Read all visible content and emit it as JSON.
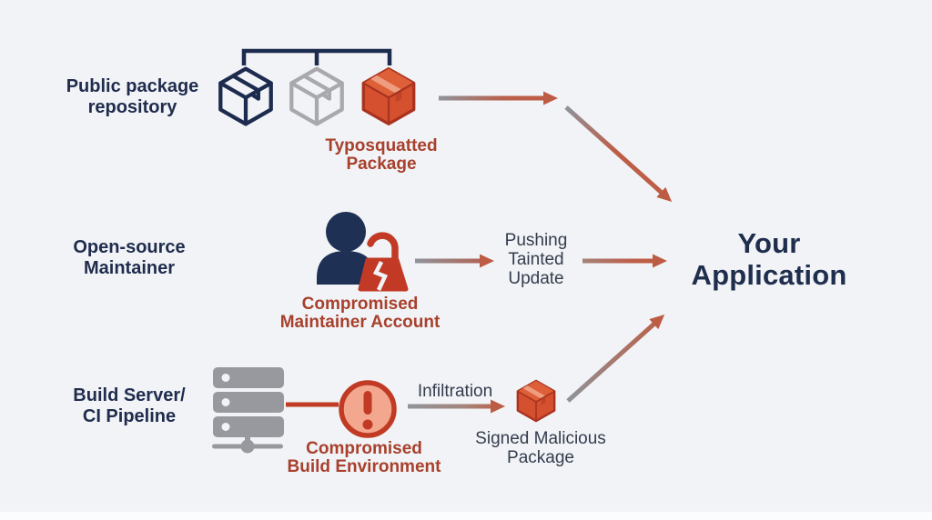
{
  "sources": {
    "repo": "Public package repository",
    "maintainer": "Open-source Maintainer",
    "build": "Build Server/ CI Pipeline"
  },
  "threats": {
    "typosquatted": "Typosquatted Package",
    "maintainer_account": "Compromised Maintainer Account",
    "build_env": "Compromised Build Environment"
  },
  "flows": {
    "pushing": "Pushing Tainted Update",
    "infiltration": "Infiltration"
  },
  "artifacts": {
    "signed_malicious": "Signed Malicious Package"
  },
  "target": {
    "label": "Your Application"
  },
  "icons": {
    "repo_cluster": [
      "package-box-outline-navy",
      "package-box-outline-gray",
      "malicious-package-filled-red"
    ],
    "maintainer": "person-with-broken-padlock",
    "build": "server-stack",
    "build_threat": "warning-exclamation-circle",
    "build_artifact": "malicious-package-filled-red"
  },
  "colors": {
    "background": "#f1f3f6",
    "navy": "#1f2c4d",
    "slate_text": "#343d4e",
    "danger_red": "#c23a26",
    "danger_text": "#a8402c",
    "package_red": "#d5502e",
    "icon_gray": "#97999e",
    "arrow_gray": "#8f939b",
    "arrow_salmon": "#bd5c45"
  }
}
